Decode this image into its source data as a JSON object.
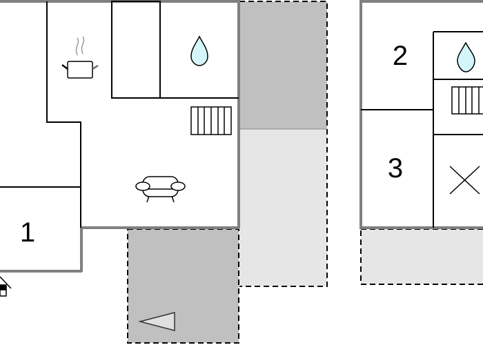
{
  "rooms": [
    {
      "label": "1"
    },
    {
      "label": "2"
    },
    {
      "label": "3"
    }
  ],
  "icons": [
    "kitchen-pot-icon",
    "water-drop-icon",
    "stairs-icon",
    "armchair-icon",
    "entrance-arrow-icon",
    "house-icon",
    "cross-icon"
  ],
  "colors": {
    "wall": "#000000",
    "outer_wall": "#808080",
    "terrace_dark": "#c0c0c0",
    "terrace_light": "#e6e6e6",
    "water": "#d4f6fa"
  }
}
